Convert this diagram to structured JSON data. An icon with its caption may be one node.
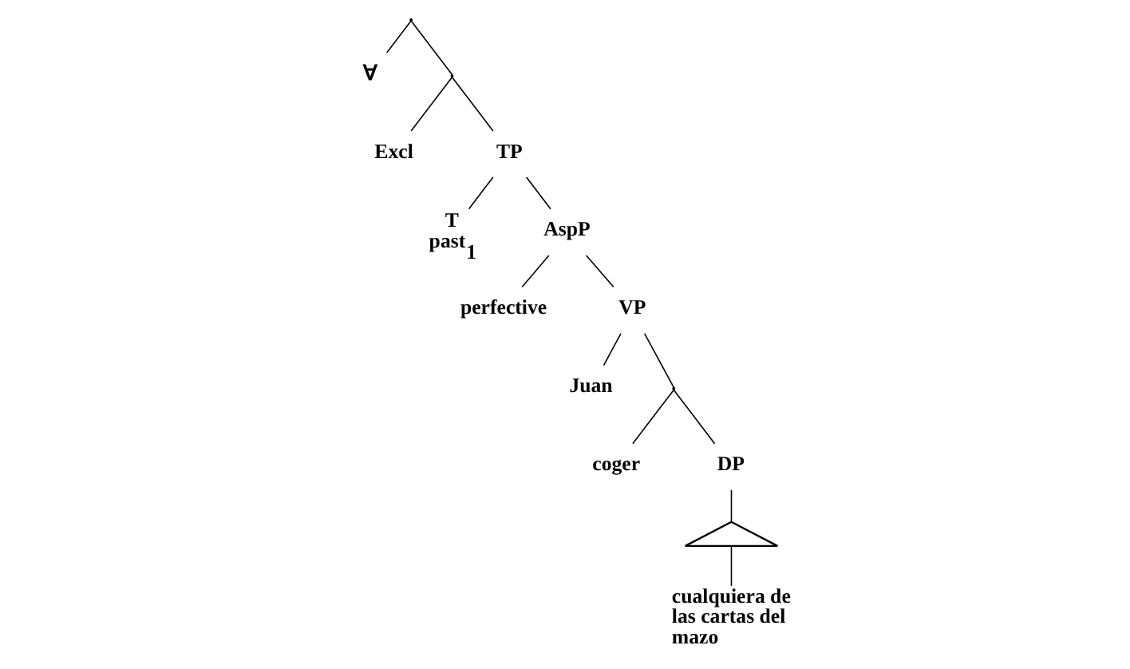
{
  "diagram": {
    "nodes": [
      {
        "text": [],
        "shape": "point"
      },
      {
        "text": [
          "∀"
        ]
      },
      {
        "text": [],
        "shape": "point"
      },
      {
        "text": [
          "Excl"
        ]
      },
      {
        "text": [
          "TP"
        ]
      },
      {
        "text": [
          "T",
          "past$_{1}$"
        ]
      },
      {
        "text": [
          "AspP"
        ]
      },
      {
        "text": [
          "perfective"
        ]
      },
      {
        "text": [
          "VP"
        ]
      },
      {
        "text": [
          "Juan"
        ]
      },
      {
        "text": [],
        "shape": "point"
      },
      {
        "text": [
          "coger"
        ]
      },
      {
        "text": [
          "DP"
        ]
      },
      {
        "text": [],
        "shape": "triangle"
      },
      {
        "text": [
          "cualquiera de las cartas del mazo"
        ]
      }
    ],
    "edges": [
      {
        "from": 0,
        "to": 1,
        "arrow": "none"
      },
      {
        "from": 0,
        "to": 2,
        "arrow": "none"
      },
      {
        "from": 2,
        "to": 3,
        "arrow": "none"
      },
      {
        "from": 2,
        "to": 4,
        "arrow": "none"
      },
      {
        "from": 4,
        "to": 5,
        "arrow": "none"
      },
      {
        "from": 4,
        "to": 6,
        "arrow": "none"
      },
      {
        "from": 6,
        "to": 7,
        "arrow": "none"
      },
      {
        "from": 6,
        "to": 8,
        "arrow": "none"
      },
      {
        "from": 8,
        "to": 9,
        "arrow": "none"
      },
      {
        "from": 8,
        "to": 10,
        "arrow": "none"
      },
      {
        "from": 10,
        "to": 11,
        "arrow": "none"
      },
      {
        "from": 10,
        "to": 12,
        "arrow": "none"
      },
      {
        "from": 12,
        "to": 13,
        "arrow": "none"
      },
      {
        "from": 13,
        "to": 14,
        "arrow": "none"
      }
    ]
  }
}
